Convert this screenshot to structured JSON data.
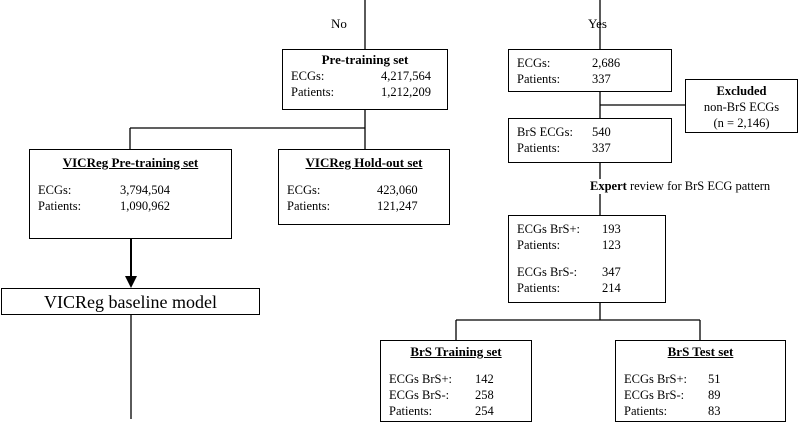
{
  "branches": {
    "no": "No",
    "yes": "Yes"
  },
  "pretraining": {
    "title": "Pre-training set",
    "rows": [
      {
        "k": "ECGs:",
        "v": "4,217,564"
      },
      {
        "k": "Patients:",
        "v": "1,212,209"
      }
    ]
  },
  "yes_box": {
    "rows": [
      {
        "k": "ECGs:",
        "v": "2,686"
      },
      {
        "k": "Patients:",
        "v": "337"
      }
    ]
  },
  "excluded": {
    "title": "Excluded",
    "line1": "non-BrS ECGs",
    "line2": "(n = 2,146)"
  },
  "brs_box": {
    "rows": [
      {
        "k": "BrS ECGs:",
        "v": "540"
      },
      {
        "k": "Patients:",
        "v": "337"
      }
    ]
  },
  "review": {
    "bold": "Expert",
    "rest": " review for BrS ECG pattern"
  },
  "vicreg_pre": {
    "title": "VICReg Pre-training set",
    "rows": [
      {
        "k": "ECGs:",
        "v": "3,794,504"
      },
      {
        "k": "Patients:",
        "v": "1,090,962"
      }
    ]
  },
  "vicreg_hold": {
    "title": "VICReg Hold-out set",
    "rows": [
      {
        "k": "ECGs:",
        "v": "423,060"
      },
      {
        "k": "Patients:",
        "v": "121,247"
      }
    ]
  },
  "brs_split": {
    "rows1": [
      {
        "k": "ECGs BrS+:",
        "v": "193"
      },
      {
        "k": "Patients:",
        "v": "123"
      }
    ],
    "rows2": [
      {
        "k": "ECGs BrS-:",
        "v": "347"
      },
      {
        "k": "Patients:",
        "v": "214"
      }
    ]
  },
  "baseline": {
    "label": "VICReg baseline model"
  },
  "train": {
    "title": "BrS Training set",
    "rows": [
      {
        "k": "ECGs BrS+:",
        "v": "142"
      },
      {
        "k": "ECGs BrS-:",
        "v": "258"
      },
      {
        "k": "Patients:",
        "v": "254"
      }
    ]
  },
  "test": {
    "title": "BrS Test set",
    "rows": [
      {
        "k": "ECGs BrS+:",
        "v": "51"
      },
      {
        "k": "ECGs BrS-:",
        "v": "89"
      },
      {
        "k": "Patients:",
        "v": "83"
      }
    ]
  }
}
